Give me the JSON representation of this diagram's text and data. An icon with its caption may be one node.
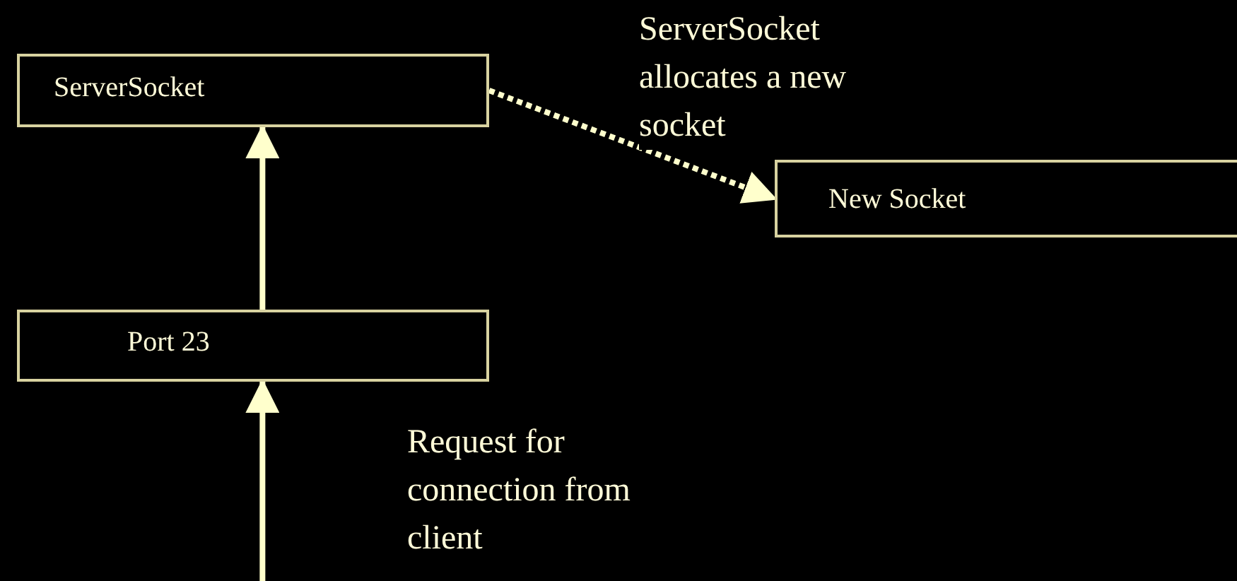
{
  "diagram": {
    "nodes": [
      {
        "text": [
          "ServerSocket"
        ]
      },
      {
        "text": [
          "New Socket"
        ]
      },
      {
        "text": [
          "Port 23"
        ]
      }
    ],
    "edges": [
      {
        "from": 0,
        "to": 1,
        "arrow": "to",
        "style": "dashed",
        "label": "ServerSocket allocates a new socket"
      },
      {
        "from": 2,
        "to": 0,
        "arrow": "to"
      },
      {
        "from": null,
        "to": 2,
        "arrow": "to",
        "label": "Request for connection from client"
      }
    ]
  }
}
